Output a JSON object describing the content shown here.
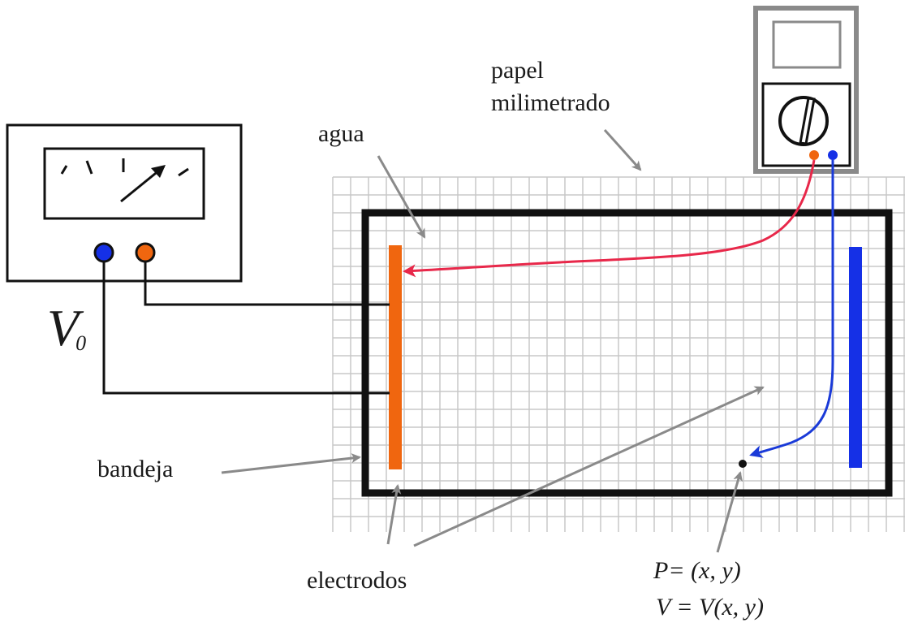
{
  "labels": {
    "papel": "papel",
    "milimetrado": "milimetrado",
    "agua": "agua",
    "bandeja": "bandeja",
    "electrodos": "electrodos",
    "point": "P= (x, y)",
    "potential": "V = V(x, y)",
    "source_symbol": "V",
    "source_subscript": "0"
  },
  "colors": {
    "left_electrode": "#f0660f",
    "right_electrode": "#1530e6",
    "red_probe_wire": "#e8284a",
    "blue_probe_wire": "#1a3ad8",
    "terminal_blue": "#1530e6",
    "terminal_orange": "#f0660f",
    "grid": "#c8c8c8",
    "tray": "#111111",
    "pointer_arrows": "#8a8a8a"
  },
  "icons": {
    "voltage_source": "analog-voltmeter-icon",
    "multimeter": "digital-multimeter-icon"
  }
}
